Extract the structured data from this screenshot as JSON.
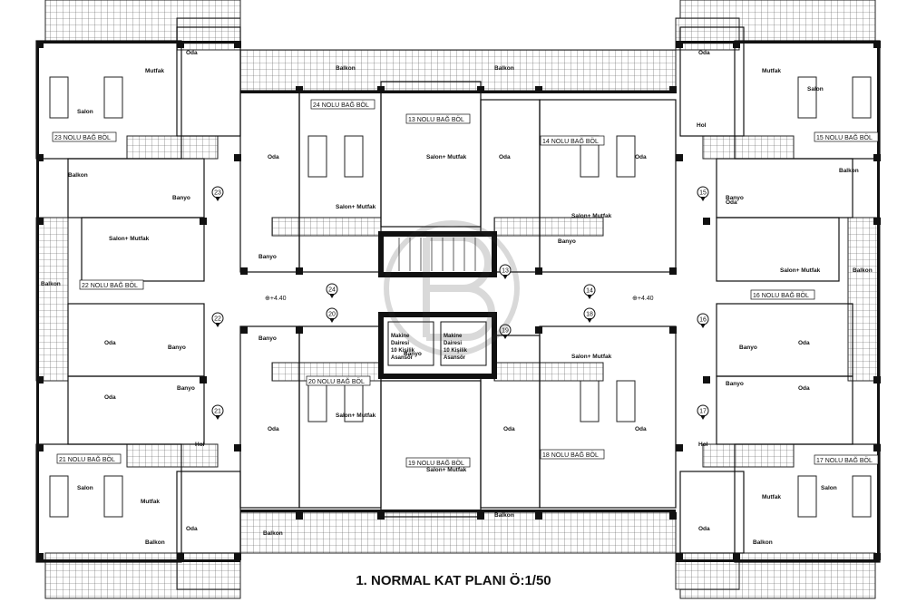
{
  "title": "1. NORMAL KAT PLANI Ö:1/50",
  "units": [
    {
      "label": "23 NOLU BAĞ BÖL",
      "marker": "23"
    },
    {
      "label": "24 NOLU BAĞ BÖL",
      "marker": "24"
    },
    {
      "label": "13 NOLU BAĞ BÖL",
      "marker": "13"
    },
    {
      "label": "14 NOLU BAĞ BÖL",
      "marker": "14"
    },
    {
      "label": "15 NOLU BAĞ BÖL",
      "marker": "15"
    },
    {
      "label": "22 NOLU BAĞ BÖL",
      "marker": "22"
    },
    {
      "label": "16 NOLU BAĞ BÖL",
      "marker": "16"
    },
    {
      "label": "20 NOLU BAĞ BÖL",
      "marker": "20"
    },
    {
      "label": "18 NOLU BAĞ BÖL",
      "marker": "18"
    },
    {
      "label": "19 NOLU BAĞ BÖL",
      "marker": "19"
    },
    {
      "label": "21 NOLU BAĞ BÖL",
      "marker": "21"
    },
    {
      "label": "17 NOLU BAĞ BÖL",
      "marker": "17"
    }
  ],
  "elevations": [
    "+4.40",
    "+4.40"
  ],
  "elevator_rooms": [
    {
      "lines": [
        "Makine",
        "Dairesi",
        "10 Kişilik",
        "Asansör"
      ]
    },
    {
      "lines": [
        "Makine",
        "Dairesi",
        "10 Kişilik",
        "Asansör"
      ]
    }
  ],
  "room_labels": {
    "oda": "Oda",
    "salon": "Salon",
    "mutfak": "Mutfak",
    "salon_mutfak": "Salon+ Mutfak",
    "balkon": "Balkon",
    "banyo": "Banyo",
    "hol": "Hol"
  }
}
